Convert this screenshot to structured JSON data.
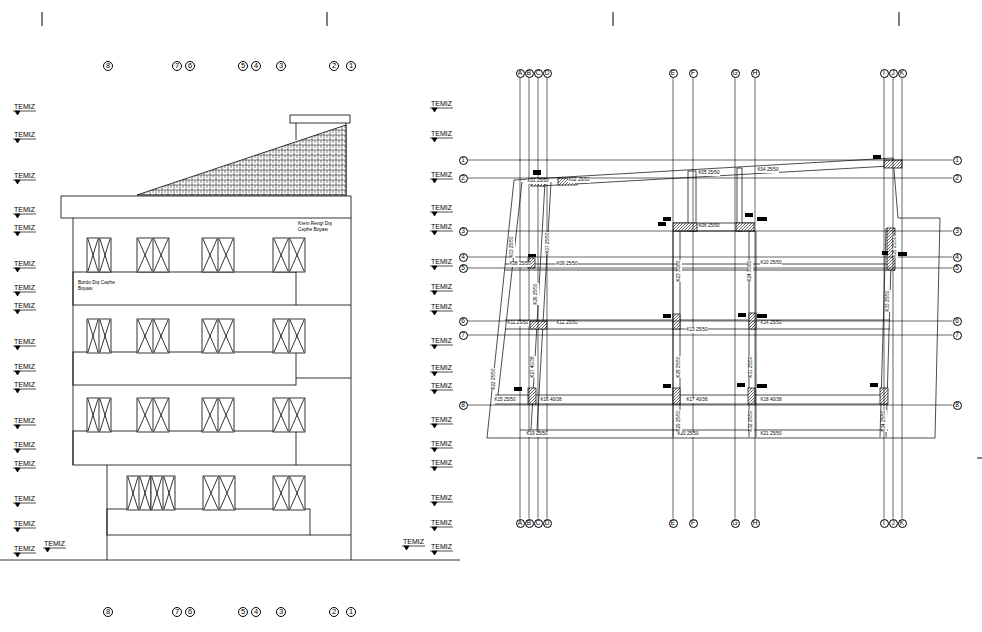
{
  "diagram": {
    "nodes": [
      {
        "text": [
          "8"
        ]
      },
      {
        "text": [
          "7"
        ]
      },
      {
        "text": [
          "6"
        ]
      },
      {
        "text": [
          "5"
        ]
      },
      {
        "text": [
          "4"
        ]
      },
      {
        "text": [
          "3"
        ]
      },
      {
        "text": [
          "2"
        ]
      },
      {
        "text": [
          "1"
        ]
      },
      {
        "text": [
          "A"
        ]
      },
      {
        "text": [
          "B"
        ]
      },
      {
        "text": [
          "C"
        ]
      },
      {
        "text": [
          "D"
        ]
      },
      {
        "text": [
          "E"
        ]
      },
      {
        "text": [
          "F"
        ]
      },
      {
        "text": [
          "G"
        ]
      },
      {
        "text": [
          "H"
        ]
      },
      {
        "text": [
          "I"
        ]
      },
      {
        "text": [
          "J"
        ]
      },
      {
        "text": [
          "K"
        ]
      },
      {
        "text": [
          "1"
        ]
      },
      {
        "text": [
          "1"
        ]
      },
      {
        "text": [
          "2"
        ]
      },
      {
        "text": [
          "2"
        ]
      },
      {
        "text": [
          "3"
        ]
      },
      {
        "text": [
          "3"
        ]
      },
      {
        "text": [
          "4"
        ]
      },
      {
        "text": [
          "4"
        ]
      },
      {
        "text": [
          "5"
        ]
      },
      {
        "text": [
          "5"
        ]
      },
      {
        "text": [
          "6"
        ]
      },
      {
        "text": [
          "6"
        ]
      },
      {
        "text": [
          "7"
        ]
      },
      {
        "text": [
          "7"
        ]
      },
      {
        "text": [
          "8"
        ]
      },
      {
        "text": [
          "8"
        ]
      },
      {
        "text": [
          "A"
        ]
      },
      {
        "text": [
          "B"
        ]
      },
      {
        "text": [
          "C"
        ]
      },
      {
        "text": [
          "D"
        ]
      },
      {
        "text": [
          "E"
        ]
      },
      {
        "text": [
          "F"
        ]
      },
      {
        "text": [
          "G"
        ]
      },
      {
        "text": [
          "H"
        ]
      },
      {
        "text": [
          "I"
        ]
      },
      {
        "text": [
          "J"
        ]
      },
      {
        "text": [
          "K"
        ]
      },
      {
        "text": [
          "8"
        ]
      },
      {
        "text": [
          "7"
        ]
      },
      {
        "text": [
          "6"
        ]
      },
      {
        "text": [
          "5"
        ]
      },
      {
        "text": [
          "4"
        ]
      },
      {
        "text": [
          "3"
        ]
      },
      {
        "text": [
          "2"
        ]
      },
      {
        "text": [
          "1"
        ]
      }
    ],
    "edges": [
      {
        "from": 8,
        "to": 35,
        "arrow": "none"
      },
      {
        "from": 9,
        "to": 36,
        "arrow": "none"
      },
      {
        "from": 10,
        "to": 37,
        "arrow": "none"
      },
      {
        "from": 11,
        "to": 38,
        "arrow": "none"
      },
      {
        "from": 12,
        "to": 39,
        "arrow": "none"
      },
      {
        "from": 13,
        "to": 40,
        "arrow": "none"
      },
      {
        "from": 14,
        "to": 41,
        "arrow": "none"
      },
      {
        "from": 15,
        "to": 42,
        "arrow": "none"
      },
      {
        "from": 16,
        "to": 43,
        "arrow": "none"
      },
      {
        "from": 17,
        "to": 44,
        "arrow": "none"
      },
      {
        "from": 18,
        "to": 45,
        "arrow": "none"
      },
      {
        "from": 19,
        "to": 20,
        "arrow": "none"
      },
      {
        "from": 21,
        "to": 22,
        "arrow": "none"
      },
      {
        "from": 23,
        "to": 24,
        "arrow": "none"
      },
      {
        "from": 25,
        "to": 26,
        "arrow": "none"
      },
      {
        "from": 27,
        "to": 28,
        "arrow": "none"
      },
      {
        "from": 29,
        "to": 30,
        "arrow": "none"
      },
      {
        "from": 31,
        "to": 32,
        "arrow": "none"
      },
      {
        "from": 33,
        "to": 34,
        "arrow": "none"
      }
    ],
    "labels": [
      "TEMIZ",
      "TEMIZ",
      "TEMIZ",
      "TEMIZ",
      "TEMIZ",
      "TEMIZ",
      "TEMIZ",
      "TEMIZ",
      "TEMIZ",
      "TEMIZ",
      "TEMIZ",
      "TEMIZ",
      "TEMIZ",
      "TEMIZ",
      "TEMIZ",
      "TEMIZ",
      "TEMIZ",
      "TEMIZ",
      "TEMIZ",
      "TEMIZ",
      "TEMIZ",
      "TEMIZ",
      "TEMIZ",
      "TEMIZ",
      "TEMIZ",
      "TEMIZ",
      "TEMIZ",
      "TEMIZ",
      "TEMIZ",
      "TEMIZ",
      "TEMIZ",
      "TEMIZ",
      "TEMIZ",
      "TEMIZ",
      "TEMIZ",
      "TEMIZ",
      "Krem Rengi Dış Cephe Boyası",
      "Bordo Dış Cephe Boyası",
      "K01 25/50",
      "K02 25/50",
      "K05 25/50",
      "K04 25/50",
      "K06 25/50",
      "K08 25/50",
      "K09 25/50",
      "K10 25/50",
      "K11 25/50",
      "K12 25/50",
      "K13 25/50",
      "K14 25/50",
      "K15 25/50",
      "K16 40/38",
      "K17 40/38",
      "K18 40/38",
      "K19 25/50",
      "K20 25/50",
      "K21 25/50",
      "K03 25/50",
      "K07 25/50",
      "K23 30/60",
      "K24 30/60",
      "K25 25/50",
      "K26 25/50",
      "K33 25/50",
      "K22 25/50",
      "K27 40/38",
      "K28 25/50",
      "K31 25/50",
      "K29 25/50",
      "K32 25/50",
      "K34 25/50"
    ]
  }
}
